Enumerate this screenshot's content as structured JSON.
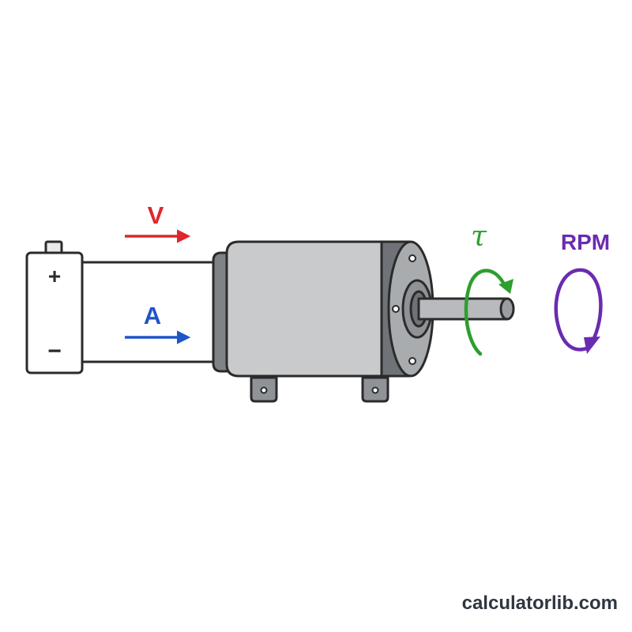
{
  "labels": {
    "voltage": "V",
    "current": "A",
    "torque": "τ",
    "speed": "RPM",
    "battery_plus": "+",
    "battery_minus": "−"
  },
  "watermark": "calculatorlib.com",
  "colors": {
    "voltage": "#e0262b",
    "current": "#1f55c9",
    "torque": "#2e9e2e",
    "speed": "#6a2bb0",
    "motor_body": "#c9cacc",
    "outline": "#2b2b2b"
  },
  "icons": [
    "battery-icon",
    "dc-motor-icon",
    "torque-rotation-arrow-icon",
    "rpm-rotation-arrow-icon"
  ]
}
